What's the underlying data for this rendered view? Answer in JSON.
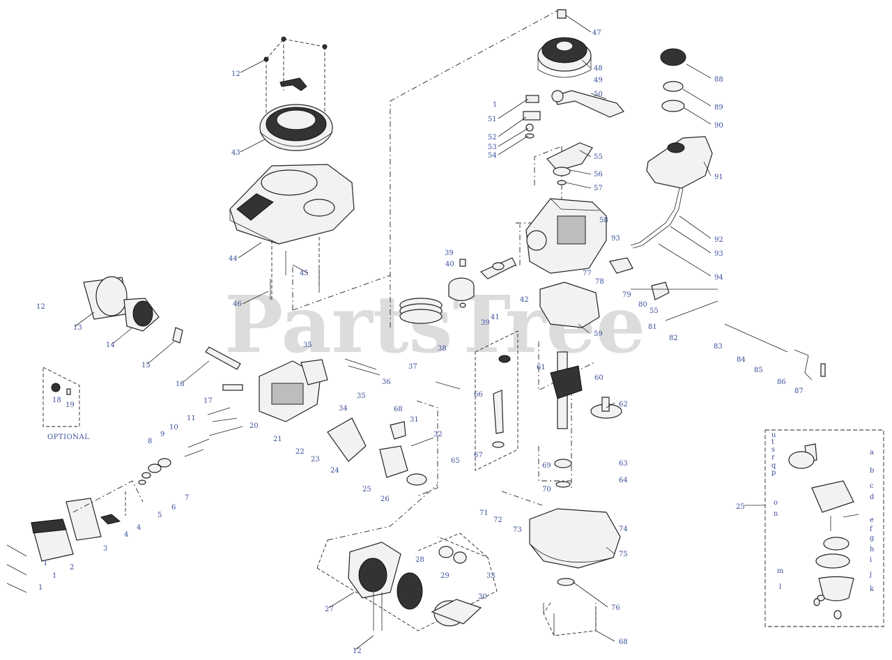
{
  "watermark": "PartsTree",
  "optional_label": "OPTIONAL",
  "labels": {
    "p1a": "1",
    "p1b": "1",
    "p1c": "1",
    "p2": "2",
    "p3": "3",
    "p4a": "4",
    "p4b": "4",
    "p5": "5",
    "p6": "6",
    "p7": "7",
    "p8": "8",
    "p9": "9",
    "p10": "10",
    "p11": "11",
    "p12a": "12",
    "p12b": "12",
    "p12c": "12",
    "p13": "13",
    "p14": "14",
    "p15": "15",
    "p16": "16",
    "p17": "17",
    "p18": "18",
    "p19": "19",
    "p20": "20",
    "p21": "21",
    "p22": "22",
    "p23": "23",
    "p24": "24",
    "p25a": "25",
    "p25b": "25",
    "p26": "26",
    "p27": "27",
    "p28": "28",
    "p29": "29",
    "p30": "30",
    "p31": "31",
    "p32": "32",
    "p33": "33",
    "p34": "34",
    "p35a": "35",
    "p35b": "35",
    "p36": "36",
    "p37": "37",
    "p38": "38",
    "p39a": "39",
    "p39b": "39",
    "p40": "40",
    "p41": "41",
    "p42": "42",
    "p43": "43",
    "p44": "44",
    "p45": "45",
    "p46": "46",
    "p47": "47",
    "p48": "48",
    "p49": "49",
    "p50": "50",
    "p51": "51",
    "p52": "52",
    "p53": "53",
    "p54": "54",
    "p55a": "55",
    "p55b": "55",
    "p56": "56",
    "p57": "57",
    "p58": "58",
    "p59": "59",
    "p60": "60",
    "p61": "61",
    "p62": "62",
    "p63": "63",
    "p64": "64",
    "p65": "65",
    "p66": "66",
    "p67": "67",
    "p68a": "68",
    "p68b": "68",
    "p69": "69",
    "p70": "70",
    "p71": "71",
    "p72": "72",
    "p73": "73",
    "p74": "74",
    "p75": "75",
    "p76": "76",
    "p77": "77",
    "p78": "78",
    "p79": "79",
    "p80": "80",
    "p81": "81",
    "p82": "82",
    "p83": "83",
    "p84": "84",
    "p85": "85",
    "p86": "86",
    "p87": "87",
    "p88": "88",
    "p89": "89",
    "p90": "90",
    "p91": "91",
    "p92": "92",
    "p93a": "93",
    "p93b": "93",
    "p94": "94",
    "p1d": "1",
    "ca": "a",
    "cb": "b",
    "cc": "c",
    "cd": "d",
    "ce": "e",
    "cf": "f",
    "cg": "g",
    "ch": "h",
    "ci": "i",
    "cj": "j",
    "ck": "k",
    "cl": "l",
    "cm": "m",
    "cn": "n",
    "co": "o",
    "cp": "p",
    "cq": "q",
    "cr": "r",
    "cs": "s",
    "ct": "t",
    "cu": "u"
  }
}
